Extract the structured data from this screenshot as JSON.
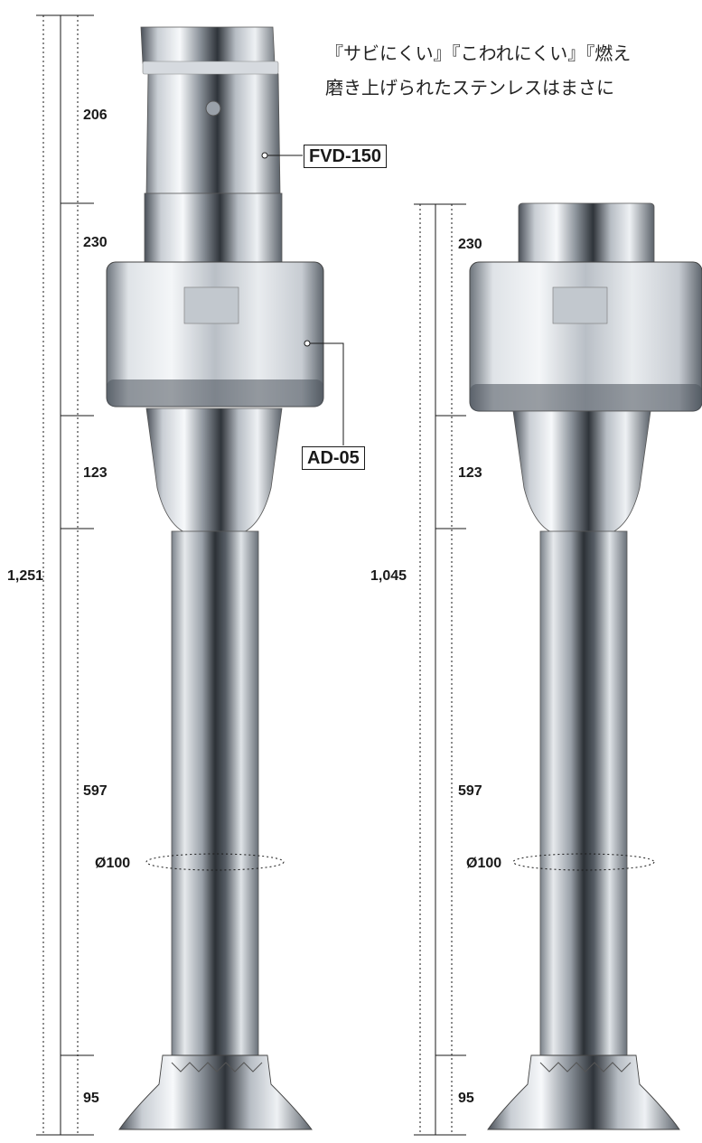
{
  "headline": {
    "line1": "『サビにくい』『こわれにくい』『燃え",
    "line2": "磨き上げられたステンレスはまさに"
  },
  "callouts": {
    "top_part": "FVD-150",
    "middle_part": "AD-05"
  },
  "left_product": {
    "total_height": "1,251",
    "segments": [
      "206",
      "230",
      "123",
      "597",
      "95"
    ],
    "diameter": "Ø100"
  },
  "right_product": {
    "total_height": "1,045",
    "segments": [
      "230",
      "123",
      "597",
      "95"
    ],
    "diameter": "Ø100"
  },
  "colors": {
    "steel_light": "#eef1f4",
    "steel_mid": "#a9b0b8",
    "steel_dark": "#3b4148",
    "line": "#1a1a1a"
  }
}
